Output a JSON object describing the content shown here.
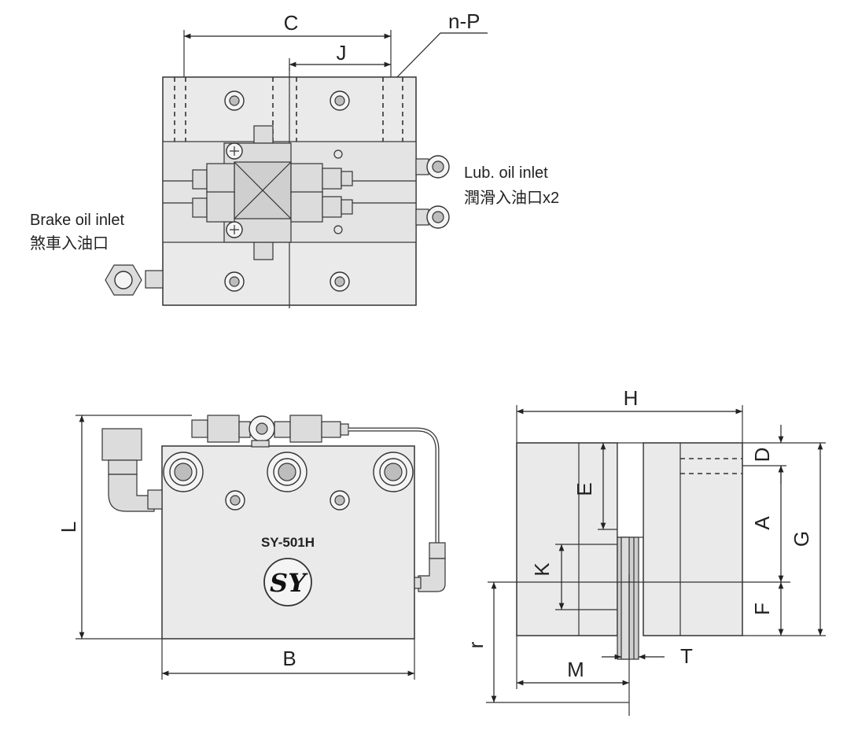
{
  "top_view": {
    "dim_C": "C",
    "dim_J": "J",
    "dim_nP": "n-P",
    "lub_inlet_en": "Lub. oil inlet",
    "lub_inlet_zh": "潤滑入油口x2",
    "brake_inlet_en": "Brake oil inlet",
    "brake_inlet_zh": "煞車入油口"
  },
  "front_view": {
    "dim_L": "L",
    "dim_B": "B",
    "model": "SY-501H",
    "logo_text": "SY"
  },
  "side_view": {
    "dim_H": "H",
    "dim_D": "D",
    "dim_A": "A",
    "dim_G": "G",
    "dim_E": "E",
    "dim_K": "K",
    "dim_F": "F",
    "dim_r": "r",
    "dim_M": "M",
    "dim_T": "T"
  },
  "colors": {
    "line": "#333333",
    "body": "#eaeaea",
    "background": "#ffffff"
  }
}
